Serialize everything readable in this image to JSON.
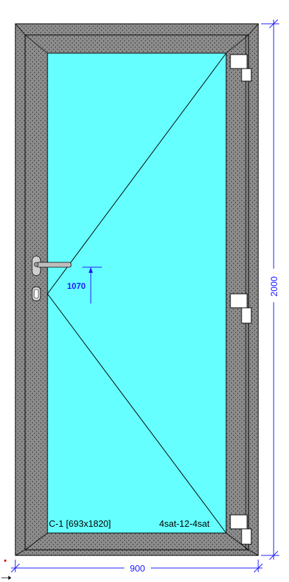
{
  "door": {
    "width_label": "900",
    "height_label": "2000",
    "handle_height_label": "1070",
    "glass_label": "C-1 [693x1820]",
    "glazing_label": "4sat-12-4sat"
  },
  "colors": {
    "frame": "#8a8a8a",
    "glass": "#66ffff",
    "dimension": "#1a1aff",
    "hinge": "#ffffff",
    "handle": "#bdbdbd"
  }
}
